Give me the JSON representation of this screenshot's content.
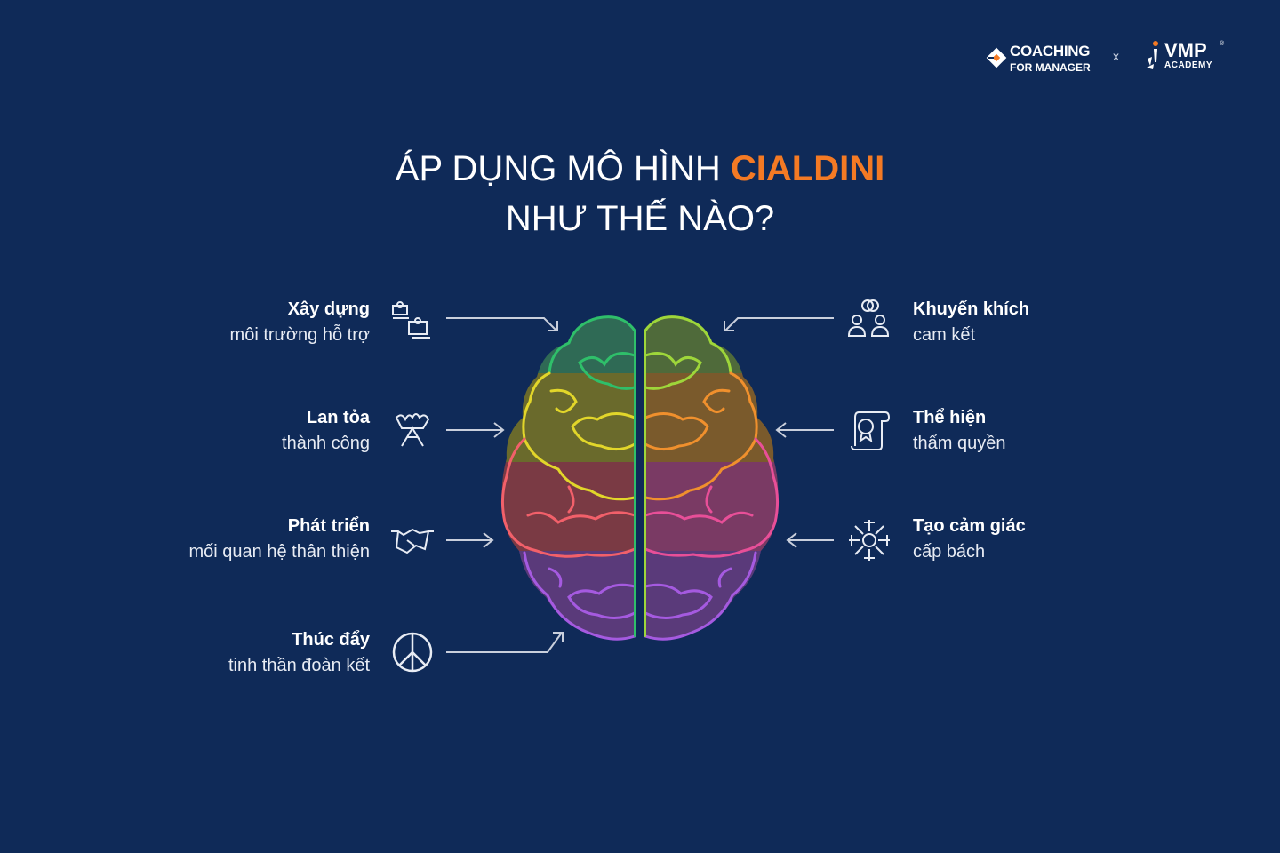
{
  "logos": {
    "coaching_line1": "COACHING",
    "coaching_line2": "FOR MANAGER",
    "separator": "x",
    "vmp_line1": "VMP",
    "vmp_reg": "®",
    "vmp_line2": "ACADEMY"
  },
  "title": {
    "line1_prefix": "ÁP DỤNG MÔ HÌNH ",
    "line1_highlight": "CIALDINI",
    "line2": "NHƯ THẾ NÀO?",
    "highlight_color": "#f47a24"
  },
  "left_items": [
    {
      "title": "Xây dựng",
      "subtitle": "môi trường hỗ trợ",
      "icon": "people-building-icon"
    },
    {
      "title": "Lan tỏa",
      "subtitle": "thành công",
      "icon": "celebration-icon"
    },
    {
      "title": "Phát triển",
      "subtitle": "mối quan hệ thân thiện",
      "icon": "handshake-icon"
    },
    {
      "title": "Thúc đẩy",
      "subtitle": "tinh thần đoàn kết",
      "icon": "peace-icon"
    }
  ],
  "right_items": [
    {
      "title": "Khuyến khích",
      "subtitle": "cam kết",
      "icon": "commitment-people-icon"
    },
    {
      "title": "Thể hiện",
      "subtitle": "thẩm quyền",
      "icon": "certificate-scroll-icon"
    },
    {
      "title": "Tạo cảm giác",
      "subtitle": "cấp bách",
      "icon": "urgency-burst-icon"
    }
  ],
  "colors": {
    "background": "#0f2a58",
    "brain_top": "#2fbf6a",
    "brain_upper": "#e2d62a",
    "brain_upper_right": "#f0902d",
    "brain_middle": "#f2606a",
    "brain_middle_right": "#e84f98",
    "brain_bottom": "#a55ae0"
  }
}
